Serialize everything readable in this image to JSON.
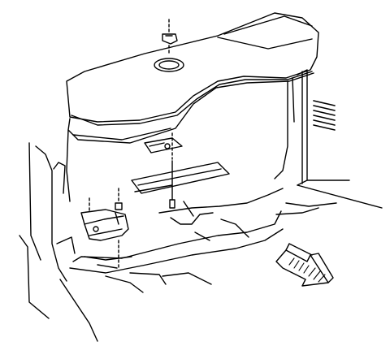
{
  "diagram": {
    "style": "technical line illustration",
    "background_color": "#ffffff",
    "line_color": "#000000",
    "hatch_color": "#000000",
    "parts": [
      {
        "id": "hood-panel",
        "label": ""
      },
      {
        "id": "lid-fastener",
        "label": ""
      },
      {
        "id": "floor-bracket",
        "label": ""
      },
      {
        "id": "mounting-bolt",
        "label": ""
      },
      {
        "id": "corner-bracket",
        "label": ""
      },
      {
        "id": "direction-arrow",
        "label": ""
      }
    ]
  }
}
